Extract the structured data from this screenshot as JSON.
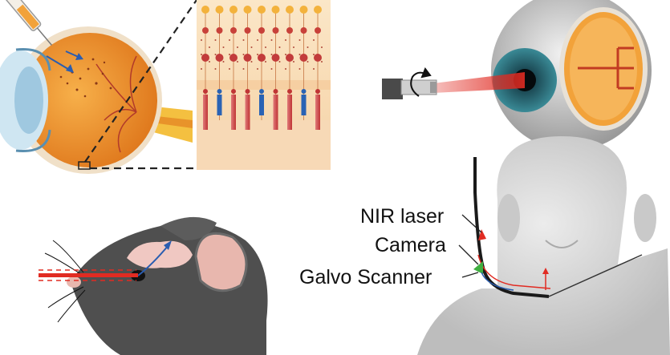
{
  "labels": {
    "nir_laser": "NIR laser",
    "camera": "Camera",
    "galvo_scanner": "Galvo Scanner"
  },
  "colors": {
    "retina_orange": "#f2a23a",
    "laser_red": "#e12b22",
    "camera_green": "#3fae3f",
    "iris_teal": "#2f6b7a",
    "face_gray": "#d9d9d9",
    "mouse_gray": "#4a4a4a"
  },
  "icons": [
    "syringe-icon",
    "rotation-arrow-icon",
    "laser-beam-icon"
  ]
}
